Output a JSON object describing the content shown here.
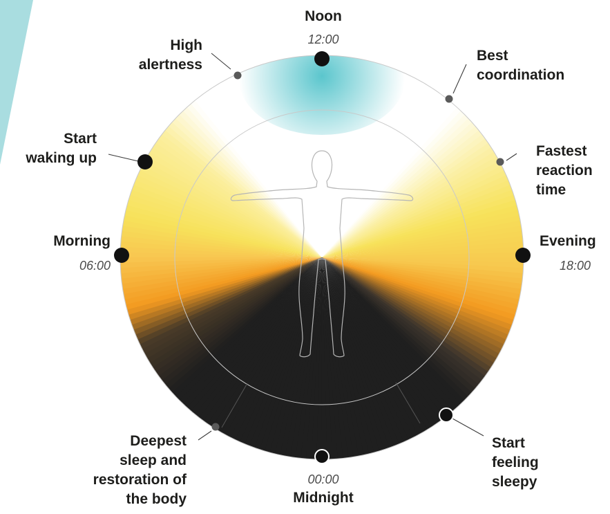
{
  "clock": {
    "noon": {
      "label": "Noon",
      "time": "12:00"
    },
    "evening": {
      "label": "Evening",
      "time": "18:00"
    },
    "midnight": {
      "label": "Midnight",
      "time": "00:00"
    },
    "morning": {
      "label": "Morning",
      "time": "06:00"
    }
  },
  "events": {
    "high_alertness": [
      "High",
      "alertness"
    ],
    "best_coordination": [
      "Best",
      "coordination"
    ],
    "fastest_reaction": [
      "Fastest",
      "reaction",
      "time"
    ],
    "start_sleepy": [
      "Start",
      "feeling",
      "sleepy"
    ],
    "deepest_sleep": [
      "Deepest",
      "sleep and",
      "restoration of",
      "the body"
    ],
    "start_waking": [
      "Start",
      "waking up"
    ]
  },
  "colors": {
    "accent_teal": "#5bc6cd",
    "day_yellow": "#f7e25b",
    "dusk_orange": "#f39a20",
    "night_black": "#1f1f1f",
    "dot": "#111111",
    "minor_dot": "#5a5a5a",
    "corner_shape": "#a9dde0"
  }
}
